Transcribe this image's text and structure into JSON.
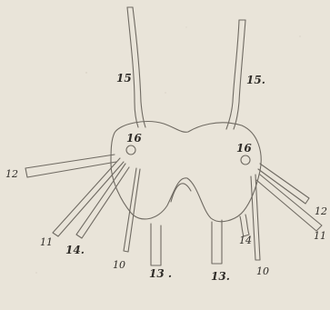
{
  "diagram": {
    "left": {
      "stalk": "15",
      "nucleus": "16",
      "arm_12": "12",
      "arm_11": "11",
      "arm_14": "14.",
      "arm_10": "10",
      "leg_13": "13 ."
    },
    "right": {
      "stalk": "15.",
      "nucleus": "16",
      "arm_12": "12",
      "arm_11": "11",
      "arm_14": "14",
      "arm_10": "10",
      "leg_13": "13."
    }
  }
}
